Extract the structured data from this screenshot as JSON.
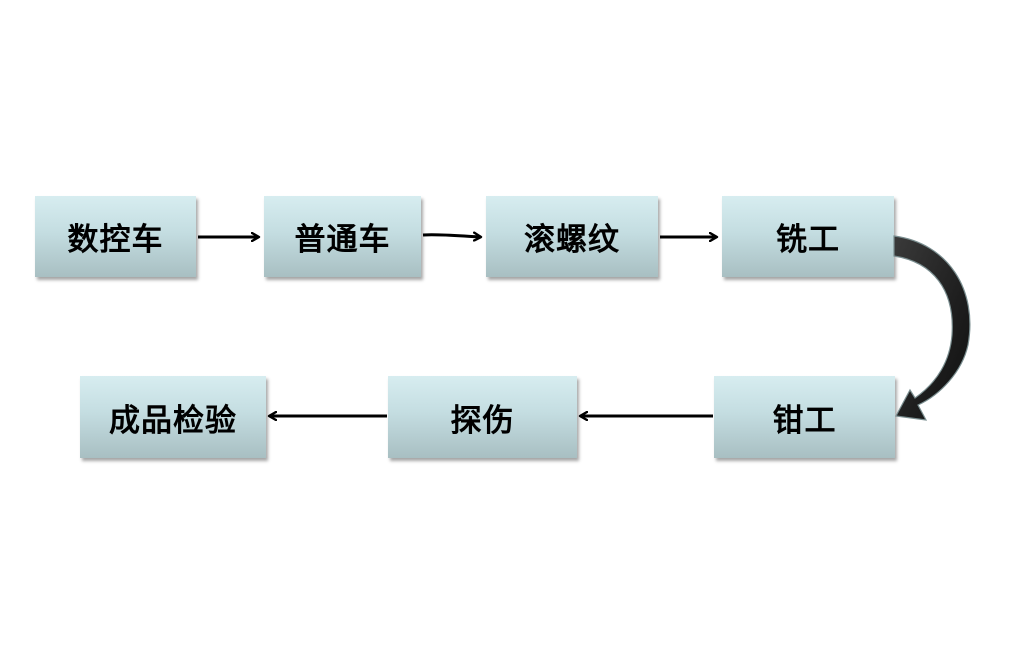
{
  "process_steps": [
    {
      "label": "数控车"
    },
    {
      "label": "普通车"
    },
    {
      "label": "滚螺纹"
    },
    {
      "label": "铣工"
    },
    {
      "label": "钳工"
    },
    {
      "label": "探伤"
    },
    {
      "label": "成品检验"
    }
  ],
  "colors": {
    "box_top": "#d7edf0",
    "box_bottom": "#a8bfc2",
    "arrow": "#000000",
    "curved_arrow_fill": "#2a2a2a"
  }
}
